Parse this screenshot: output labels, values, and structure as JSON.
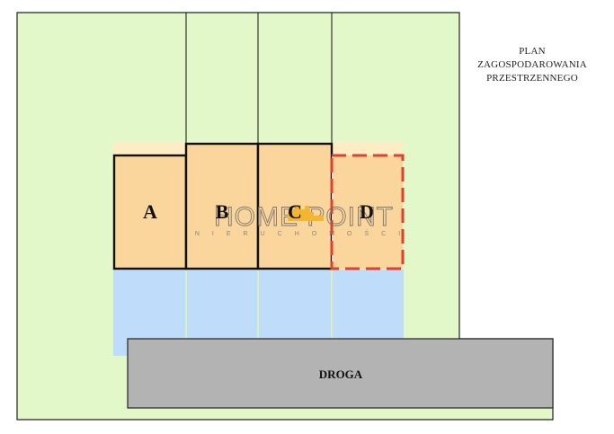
{
  "title": {
    "lines": [
      "PLAN",
      "ZAGOSPODAROWANIA",
      "PRZESTRZENNEGO"
    ]
  },
  "lots": [
    {
      "label": "A",
      "status": "existing"
    },
    {
      "label": "B",
      "status": "existing"
    },
    {
      "label": "C",
      "status": "existing"
    },
    {
      "label": "D",
      "status": "planned"
    }
  ],
  "road": {
    "label": "DROGA"
  },
  "watermark": {
    "brand": "HOME POINT",
    "tagline": "NIERUCHOMOŚCI"
  },
  "colors": {
    "land": "#e2f8c9",
    "terrace": "#fdedc4",
    "building": "#fad59c",
    "yard": "#c0dcfb",
    "road": "#b3b3b3",
    "planned_border": "#e04030",
    "outline": "#111111",
    "watermark": "#f2b020"
  }
}
